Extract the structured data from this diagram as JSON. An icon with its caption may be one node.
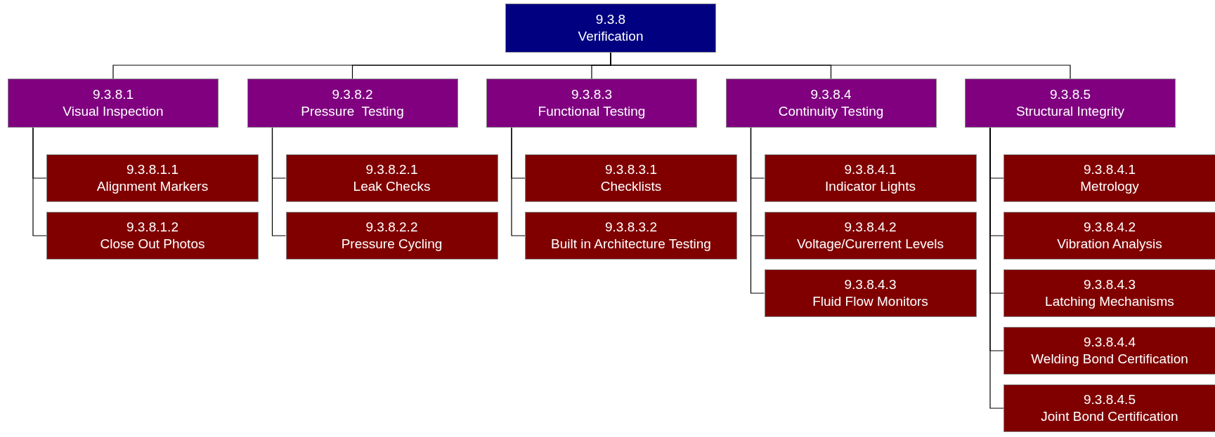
{
  "diagram": {
    "nodes": [
      {
        "text": [
          "9.3.8",
          "Verification"
        ]
      },
      {
        "text": [
          "9.3.8.1",
          "Visual Inspection"
        ]
      },
      {
        "text": [
          "9.3.8.1.1",
          "Alignment Markers"
        ]
      },
      {
        "text": [
          "9.3.8.1.2",
          "Close Out Photos"
        ]
      },
      {
        "text": [
          "9.3.8.2",
          "Pressure  Testing"
        ]
      },
      {
        "text": [
          "9.3.8.2.1",
          "Leak Checks"
        ]
      },
      {
        "text": [
          "9.3.8.2.2",
          "Pressure Cycling"
        ]
      },
      {
        "text": [
          "9.3.8.3",
          "Functional Testing"
        ]
      },
      {
        "text": [
          "9.3.8.3.1",
          "Checklists"
        ]
      },
      {
        "text": [
          "9.3.8.3.2",
          "Built in Architecture Testing"
        ]
      },
      {
        "text": [
          "9.3.8.4",
          "Continuity Testing"
        ]
      },
      {
        "text": [
          "9.3.8.4.1",
          "Indicator Lights"
        ]
      },
      {
        "text": [
          "9.3.8.4.2",
          "Voltage/Curerrent Levels"
        ]
      },
      {
        "text": [
          "9.3.8.4.3",
          "Fluid Flow Monitors"
        ]
      },
      {
        "text": [
          "9.3.8.5",
          "Structural Integrity"
        ]
      },
      {
        "text": [
          "9.3.8.4.1",
          "Metrology"
        ]
      },
      {
        "text": [
          "9.3.8.4.2",
          "Vibration Analysis"
        ]
      },
      {
        "text": [
          "9.3.8.4.3",
          "Latching Mechanisms"
        ]
      },
      {
        "text": [
          "9.3.8.4.4",
          "Welding Bond Certification"
        ]
      },
      {
        "text": [
          "9.3.8.4.5",
          "Joint Bond Certification"
        ]
      }
    ],
    "edges": [
      {
        "from": 0,
        "to": 1,
        "arrow": "none"
      },
      {
        "from": 0,
        "to": 4,
        "arrow": "none"
      },
      {
        "from": 0,
        "to": 7,
        "arrow": "none"
      },
      {
        "from": 0,
        "to": 10,
        "arrow": "none"
      },
      {
        "from": 0,
        "to": 14,
        "arrow": "none"
      },
      {
        "from": 1,
        "to": 2,
        "arrow": "none"
      },
      {
        "from": 1,
        "to": 3,
        "arrow": "none"
      },
      {
        "from": 4,
        "to": 5,
        "arrow": "none"
      },
      {
        "from": 4,
        "to": 6,
        "arrow": "none"
      },
      {
        "from": 7,
        "to": 8,
        "arrow": "none"
      },
      {
        "from": 7,
        "to": 9,
        "arrow": "none"
      },
      {
        "from": 10,
        "to": 11,
        "arrow": "none"
      },
      {
        "from": 10,
        "to": 12,
        "arrow": "none"
      },
      {
        "from": 10,
        "to": 13,
        "arrow": "none"
      },
      {
        "from": 14,
        "to": 15,
        "arrow": "none"
      },
      {
        "from": 14,
        "to": 16,
        "arrow": "none"
      },
      {
        "from": 14,
        "to": 17,
        "arrow": "none"
      },
      {
        "from": 14,
        "to": 18,
        "arrow": "none"
      },
      {
        "from": 14,
        "to": 19,
        "arrow": "none"
      }
    ]
  }
}
